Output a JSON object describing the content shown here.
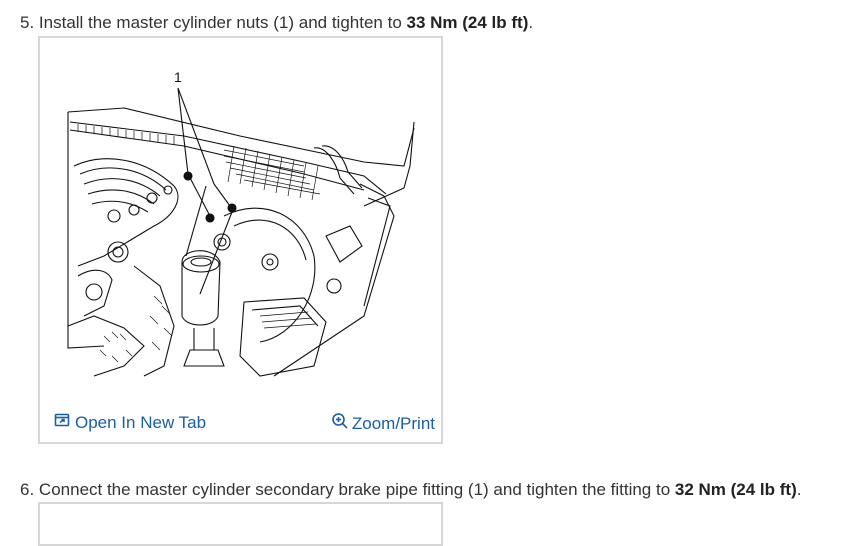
{
  "steps": [
    {
      "number": "5.",
      "text_before": "Install the master cylinder nuts (1) and tighten to ",
      "spec_bold": "33 Nm (24 lb ft)",
      "text_after": "."
    },
    {
      "number": "6.",
      "text_before": "Connect the master cylinder secondary brake pipe fitting (1) and tighten the fitting to ",
      "spec_bold": "32 Nm (24 lb ft)",
      "text_after": "."
    }
  ],
  "figure": {
    "callout_label": "1",
    "open_tab_label": "Open In New Tab",
    "zoom_print_label": "Zoom/Print",
    "link_color": "#1a5ea8",
    "open_tab_icon": "open-new-tab-icon",
    "zoom_icon": "zoom-in-icon"
  }
}
